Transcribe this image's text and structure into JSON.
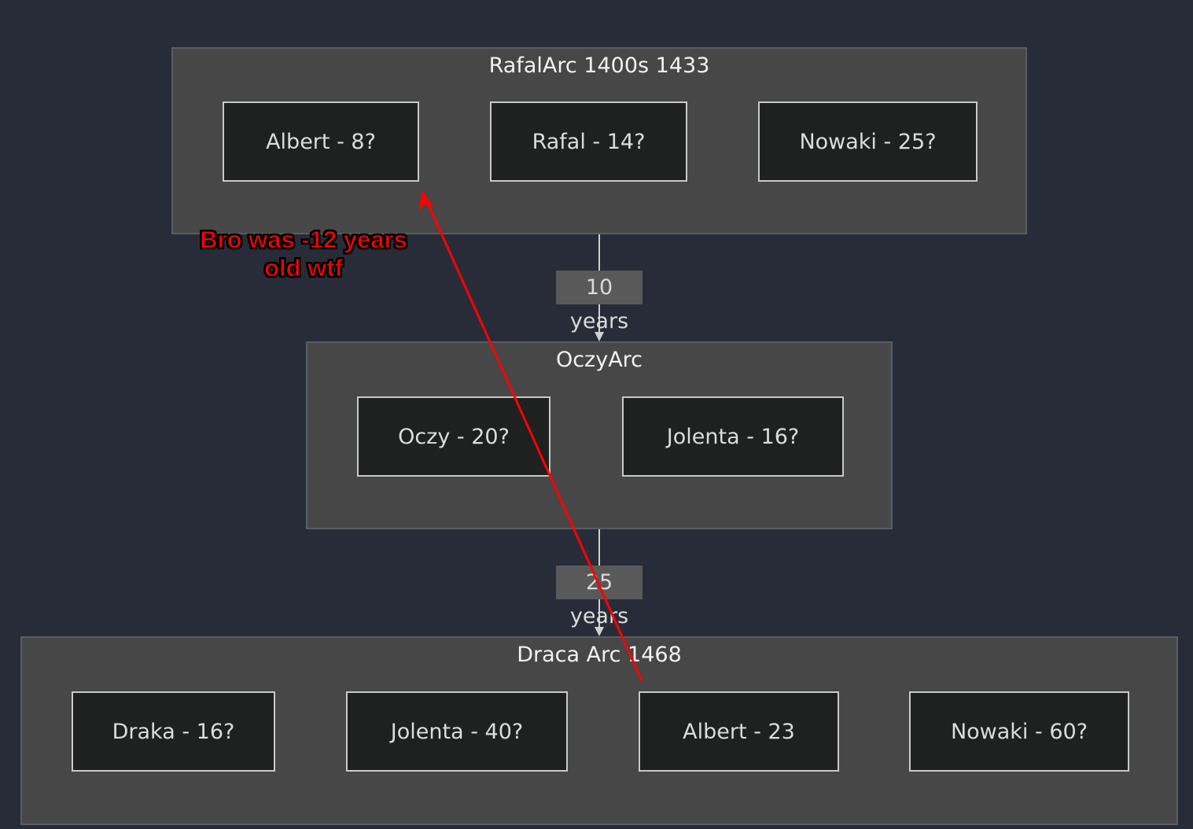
{
  "groups": {
    "rafal": {
      "title": "RafalArc 1400s 1433",
      "nodes": [
        "Albert - 8?",
        "Rafal - 14?",
        "Nowaki - 25?"
      ]
    },
    "oczy": {
      "title": "OczyArc",
      "nodes": [
        "Oczy - 20?",
        "Jolenta - 16?"
      ]
    },
    "draca": {
      "title": "Draca Arc 1468",
      "nodes": [
        "Draka - 16?",
        "Jolenta - 40?",
        "Albert - 23",
        "Nowaki - 60?"
      ]
    }
  },
  "edges": [
    {
      "from": "RafalArc 1400s 1433",
      "to": "OczyArc",
      "label": "10 years"
    },
    {
      "from": "OczyArc",
      "to": "Draca Arc 1468",
      "label": "25 years"
    }
  ],
  "annotation": {
    "text_line1": "Bro was -12 years",
    "text_line2": "old wtf",
    "color": "#ff0000"
  },
  "colors": {
    "background": "#282c38",
    "group_fill": "#474747",
    "node_fill": "#1f2020",
    "node_border": "#c9c9c9",
    "edge": "#d0d0d0",
    "edge_label_fill": "#595959",
    "annotation_arrow": "#ff0000"
  }
}
